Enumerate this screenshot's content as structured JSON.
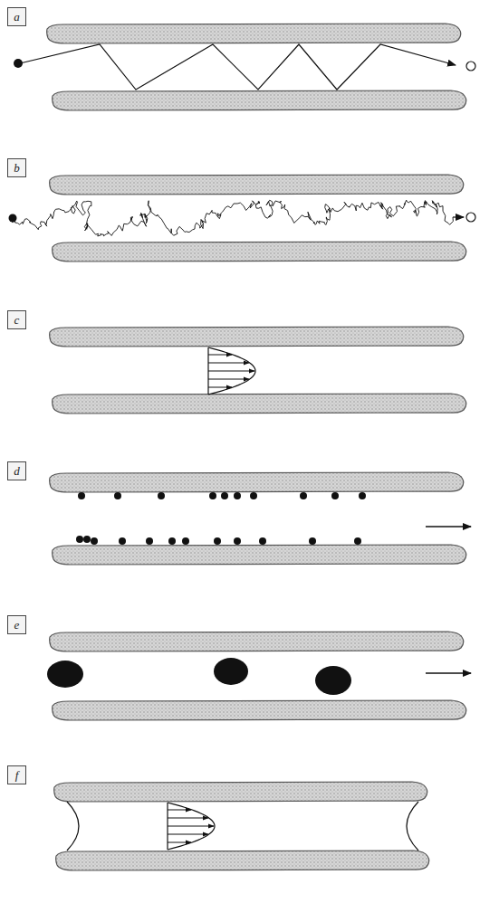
{
  "diagram": {
    "nodes": [
      {
        "text": [
          "a"
        ]
      },
      {
        "text": [
          "b"
        ]
      },
      {
        "text": [
          "c"
        ]
      },
      {
        "text": [
          "d"
        ]
      },
      {
        "text": [
          "e"
        ]
      },
      {
        "text": [
          "f"
        ]
      }
    ]
  }
}
